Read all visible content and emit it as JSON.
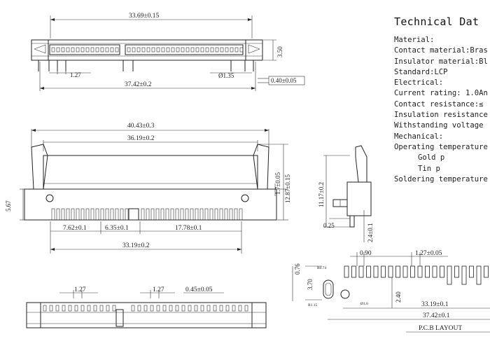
{
  "specs": {
    "title": "Technical Dat",
    "lines": [
      "Material:",
      "Contact material:Bras",
      "Insulator material:Bl",
      "Standard:LCP",
      "Electrical:",
      "Current rating: 1.0An",
      "Contact resistance:≤",
      "Insulation resistance",
      "Withstanding voltage",
      "Mechanical:",
      "Operating temperature",
      "Gold p",
      "Tin p",
      "Soldering temperature"
    ]
  },
  "dimensions": {
    "top_width": "33.69±0.15",
    "top_height": "3.50",
    "top_pitch": "1.27",
    "top_hole": "Ø1.35",
    "top_overall": "37.42±0.2",
    "top_thickness": "0.40±0.05",
    "front_overall": "40.43±0.3",
    "front_inner": "36.19±0.2",
    "front_height_left": "5.67",
    "front_h1": "1.7±0.05",
    "front_h2": "12.87±0.15",
    "front_seg1": "7.62±0.1",
    "front_seg2": "6.35±0.1",
    "front_seg3": "17.78±0.1",
    "front_span": "33.19±0.2",
    "side_height": "11.17±0.2",
    "side_pin": "0.25",
    "side_foot": "2.4±0.1",
    "bottom_pitch1": "1.27",
    "bottom_pitch2": "1.27",
    "bottom_width": "0.45±0.05",
    "pcb_gap": "0.90",
    "pcb_pitch": "1.27±0.05",
    "pcb_left1": "0.76",
    "pcb_left2": "3.70",
    "pcb_height": "2.40",
    "pcb_r1": "R0.74",
    "pcb_r2": "R1.15",
    "pcb_r3": "Ø1.6",
    "pcb_span": "33.19±0.1",
    "pcb_overall": "37.42±0.1",
    "pcb_label": "P.C.B LAYOUT"
  }
}
